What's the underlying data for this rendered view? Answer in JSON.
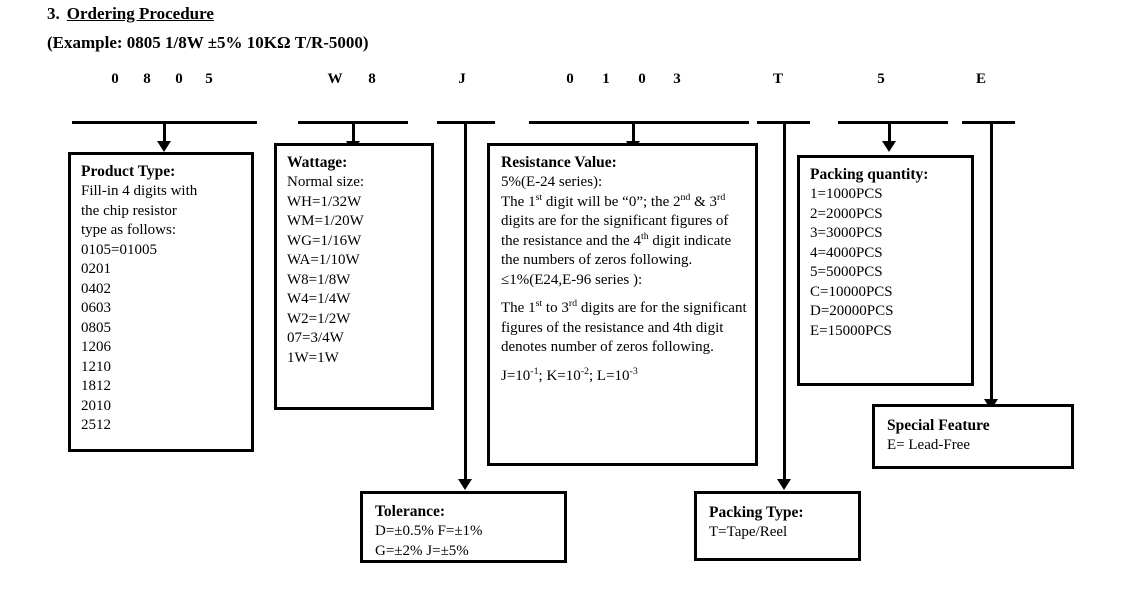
{
  "document": {
    "section_number": "3.",
    "section_title": "Ordering Procedure",
    "example_line": "(Example: 0805 1/8W ±5% 10KΩ T/R-5000)"
  },
  "part_code": {
    "groups": [
      {
        "name": "product-type",
        "chars": [
          "0",
          "8",
          "0",
          "5"
        ]
      },
      {
        "name": "wattage",
        "chars": [
          "W",
          "8"
        ]
      },
      {
        "name": "tolerance",
        "chars": [
          "J"
        ]
      },
      {
        "name": "resistance-value",
        "chars": [
          "0",
          "1",
          "0",
          "3"
        ]
      },
      {
        "name": "packing-type",
        "chars": [
          "T"
        ]
      },
      {
        "name": "packing-quantity",
        "chars": [
          "5"
        ]
      },
      {
        "name": "special-feature",
        "chars": [
          "E"
        ]
      }
    ]
  },
  "boxes": {
    "product_type": {
      "title": "Product Type:",
      "lines": [
        "Fill-in 4 digits with",
        "the chip resistor",
        "type as follows:",
        "0105=01005",
        "0201",
        "0402",
        "0603",
        "0805",
        "1206",
        "1210",
        "1812",
        "2010",
        "2512"
      ]
    },
    "wattage": {
      "title": "Wattage:",
      "lines": [
        "Normal size:",
        "WH=1/32W",
        "WM=1/20W",
        "WG=1/16W",
        "WA=1/10W",
        "W8=1/8W",
        "W4=1/4W",
        "W2=1/2W",
        "07=3/4W",
        "1W=1W"
      ]
    },
    "resistance_value": {
      "title": "Resistance Value:",
      "series5_label": "5%(E-24 series):",
      "para1_a": "The 1",
      "para1_a_sup": "st",
      "para1_b": " digit will be “0”; the 2",
      "para1_b_sup": "nd",
      "para1_c": "& 3",
      "para1_c_sup": "rd",
      "para1_d": " digits are for the significant figures of the resistance and the 4",
      "para1_d_sup": "th",
      "para1_e": " digit indicate the numbers of zeros following.",
      "series1_label": "≤1%(E24,E-96 series ):",
      "para2_a": "The 1",
      "para2_a_sup": "st",
      "para2_b": " to 3",
      "para2_b_sup": "rd",
      "para2_c": " digits are for the significant figures of the resistance and 4th digit denotes number of zeros following.",
      "multiplier_j": "J=10",
      "multiplier_j_sup": "-1",
      "multiplier_k": "; K=10",
      "multiplier_k_sup": "-2",
      "multiplier_l": "; L=10",
      "multiplier_l_sup": "-3"
    },
    "packing_quantity": {
      "title": "Packing quantity:",
      "lines": [
        "1=1000PCS",
        "2=2000PCS",
        "3=3000PCS",
        "4=4000PCS",
        "5=5000PCS",
        "C=10000PCS",
        "D=20000PCS",
        "E=15000PCS"
      ]
    },
    "special_feature": {
      "title": "Special Feature",
      "lines": [
        "E= Lead-Free"
      ]
    },
    "tolerance": {
      "title": "Tolerance:",
      "lines": [
        "D=±0.5%  F=±1%",
        "G=±2%   J=±5%"
      ]
    },
    "packing_type": {
      "title": "Packing Type:",
      "lines": [
        "T=Tape/Reel"
      ]
    }
  }
}
